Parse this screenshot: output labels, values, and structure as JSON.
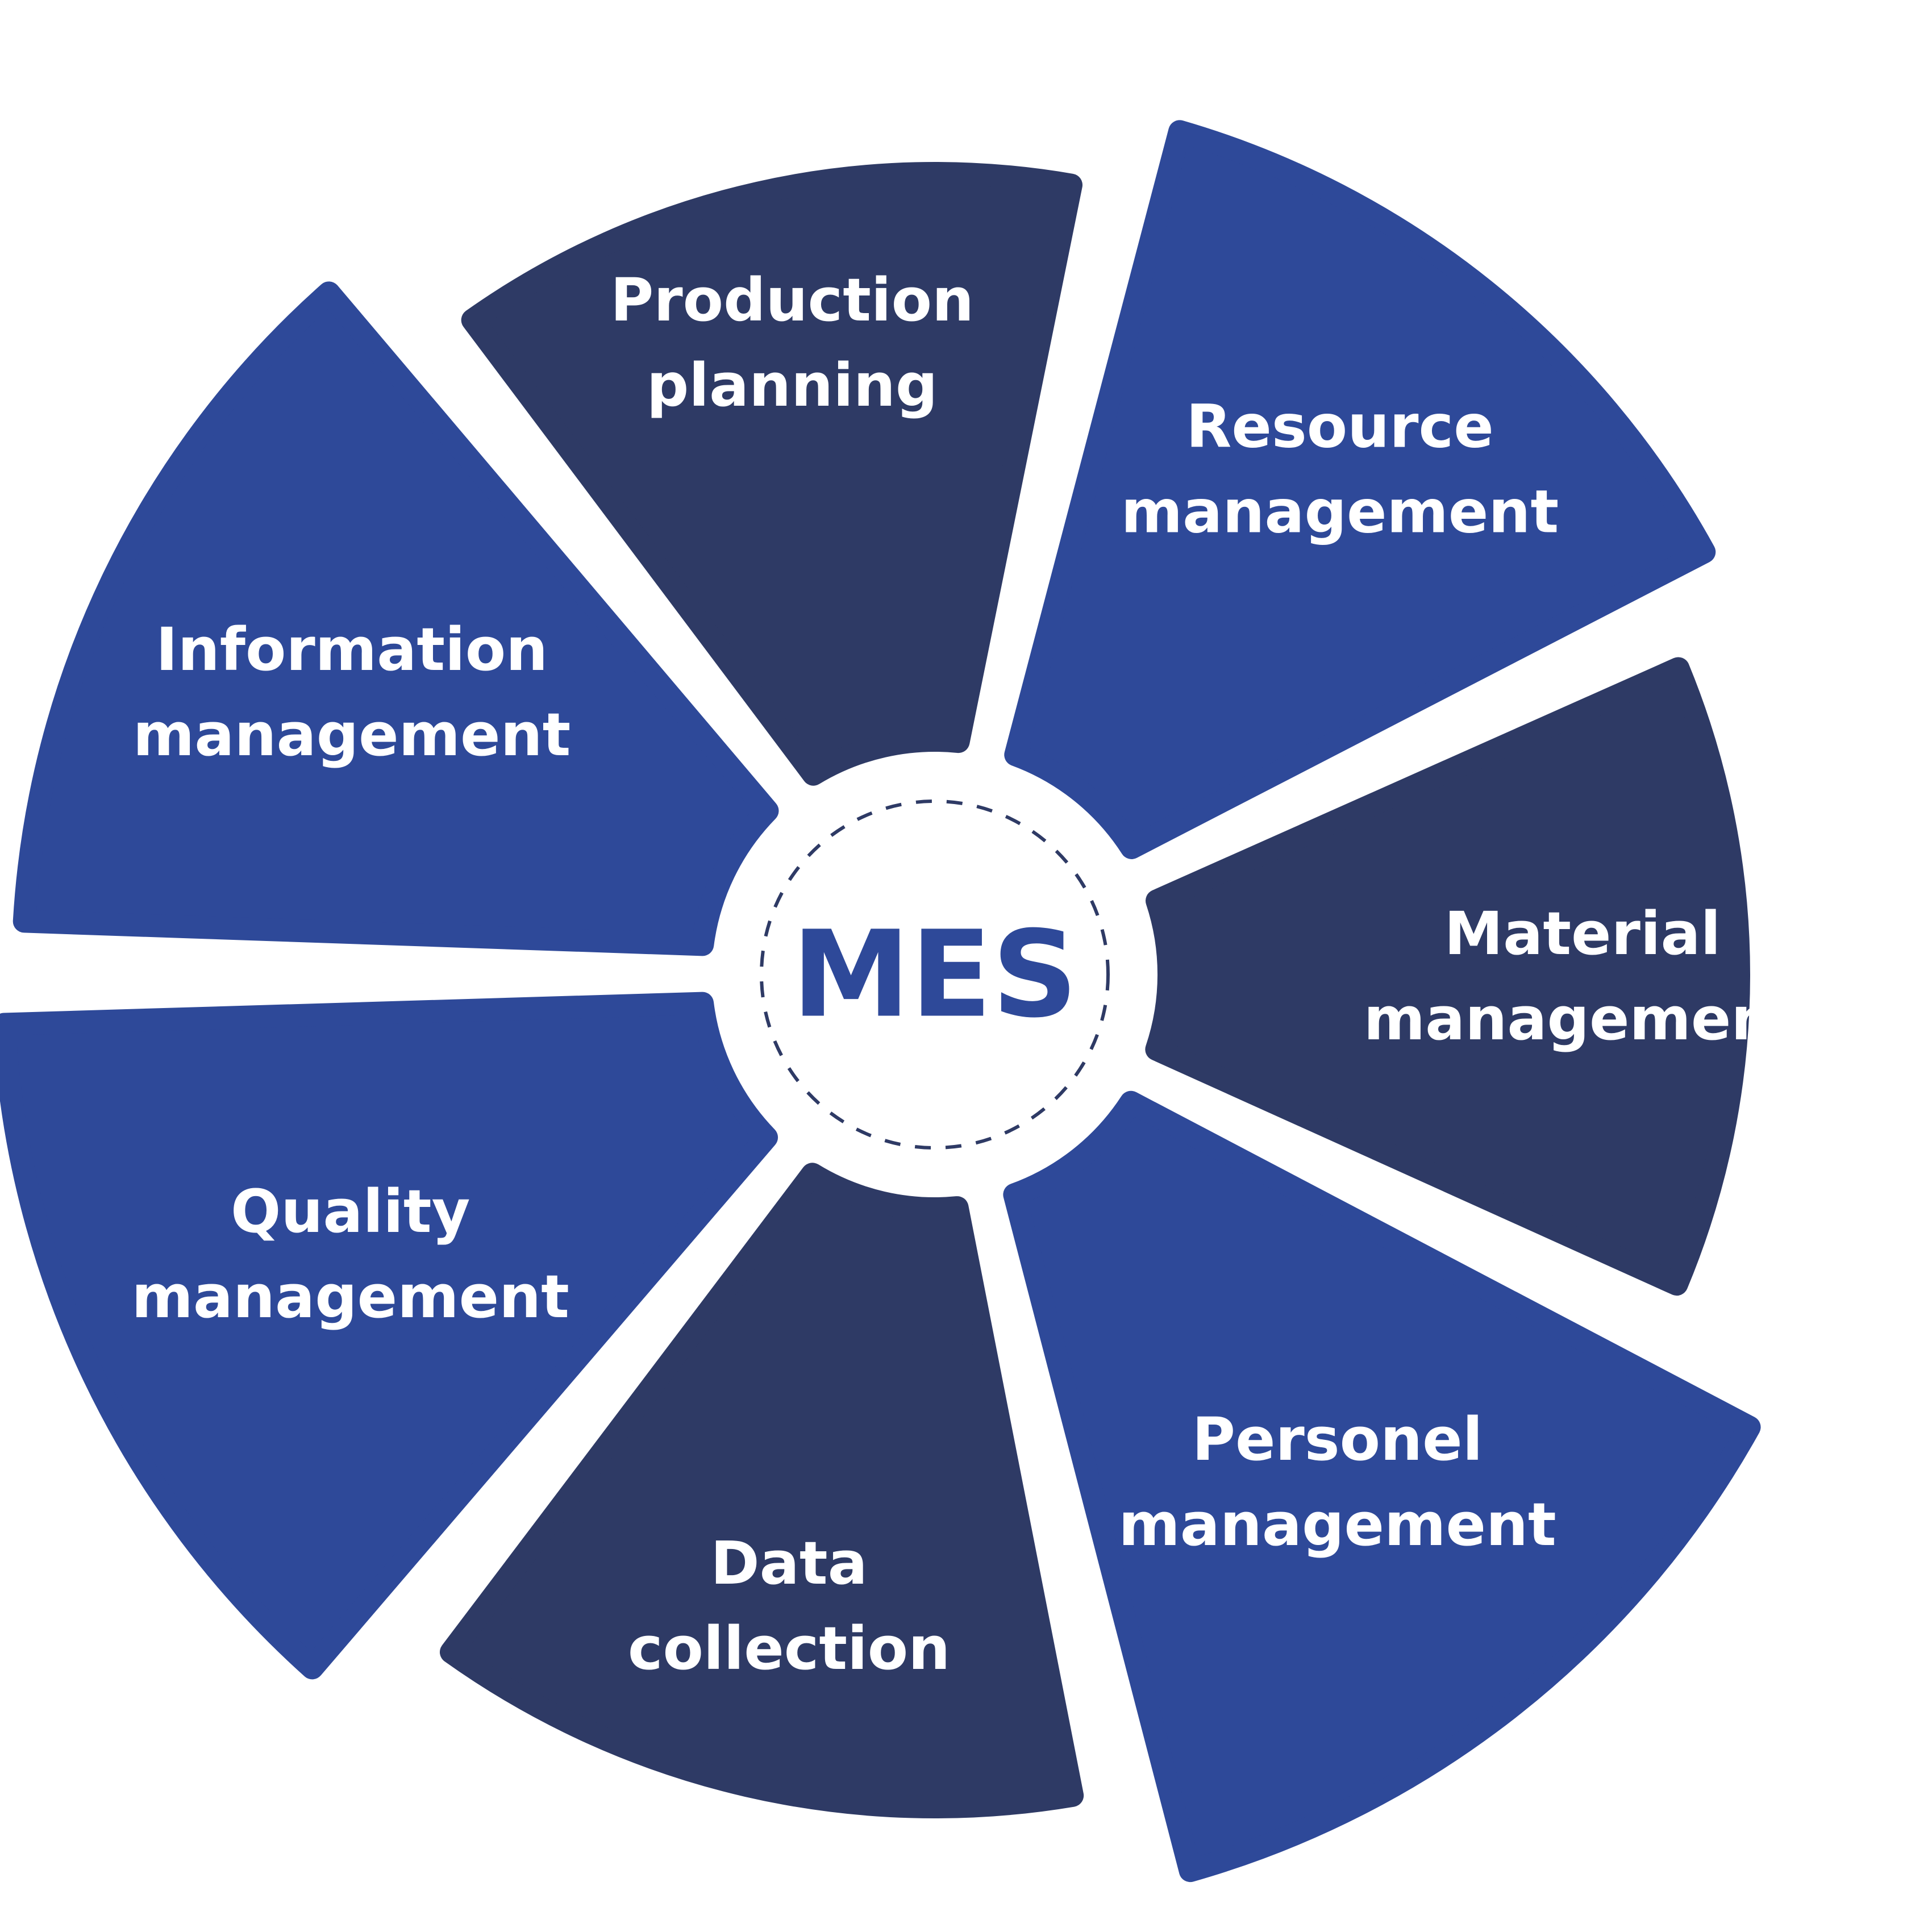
{
  "center": {
    "label": "MES"
  },
  "colors": {
    "navy": "#2e3a65",
    "blue": "#2e4999",
    "text": "#ffffff",
    "accent": "#2e4999"
  },
  "segments": [
    {
      "lines": [
        "Resource",
        "management"
      ],
      "color": "blue"
    },
    {
      "lines": [
        "Material",
        "management"
      ],
      "color": "navy"
    },
    {
      "lines": [
        "Personel",
        "management"
      ],
      "color": "blue"
    },
    {
      "lines": [
        "Data",
        "collection"
      ],
      "color": "navy"
    },
    {
      "lines": [
        "Quality",
        "management"
      ],
      "color": "blue"
    },
    {
      "lines": [
        "Information",
        "management"
      ],
      "color": "blue"
    },
    {
      "lines": [
        "Production",
        "planning"
      ],
      "color": "navy"
    }
  ]
}
